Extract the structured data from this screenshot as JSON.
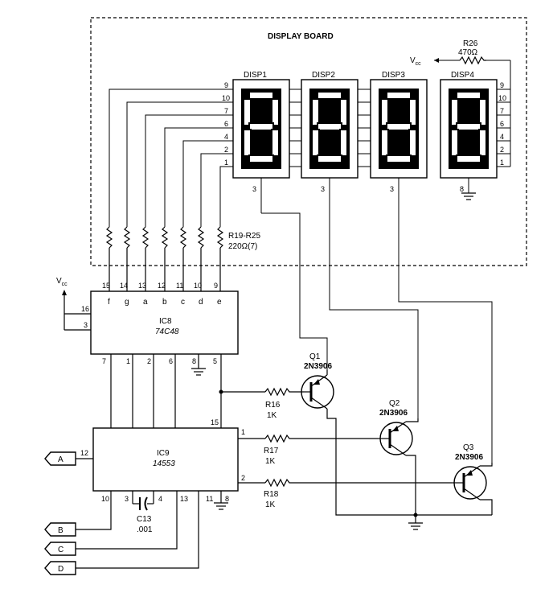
{
  "display_board": {
    "title": "DISPLAY BOARD",
    "displays": [
      {
        "label": "DISP1",
        "common_pin": "3"
      },
      {
        "label": "DISP2",
        "common_pin": "3"
      },
      {
        "label": "DISP3",
        "common_pin": "3"
      },
      {
        "label": "DISP4",
        "common_pin": "8"
      }
    ],
    "segment_pins": [
      "9",
      "10",
      "7",
      "6",
      "4",
      "2",
      "1"
    ],
    "vcc_label": "V",
    "vcc_sub": "cc",
    "r26_name": "R26",
    "r26_value": "470Ω",
    "r19_25_name": "R19-R25",
    "r19_25_value": "220Ω(7)"
  },
  "ic8": {
    "name": "IC8",
    "part": "74C48",
    "top_pins": [
      "15",
      "14",
      "13",
      "12",
      "11",
      "10",
      "9"
    ],
    "top_labels": [
      "f",
      "g",
      "a",
      "b",
      "c",
      "d",
      "e"
    ],
    "left_pins": [
      "16",
      "3"
    ],
    "bottom_pins": [
      "7",
      "1",
      "2",
      "6",
      "8",
      "5"
    ],
    "vcc_label": "V",
    "vcc_sub": "cc"
  },
  "ic9": {
    "name": "IC9",
    "part": "14553",
    "pins": {
      "p12": "12",
      "p15": "15",
      "p1": "1",
      "p2": "2",
      "p10": "10",
      "p3": "3",
      "p4": "4",
      "p13": "13",
      "p11": "11",
      "p8": "8"
    }
  },
  "cap": {
    "name": "C13",
    "value": ".001"
  },
  "transistors": [
    {
      "name": "Q1",
      "part": "2N3906"
    },
    {
      "name": "Q2",
      "part": "2N3906"
    },
    {
      "name": "Q3",
      "part": "2N3906"
    }
  ],
  "resistors": [
    {
      "name": "R16",
      "value": "1K"
    },
    {
      "name": "R17",
      "value": "1K"
    },
    {
      "name": "R18",
      "value": "1K"
    }
  ],
  "connectors": [
    "A",
    "B",
    "C",
    "D"
  ]
}
